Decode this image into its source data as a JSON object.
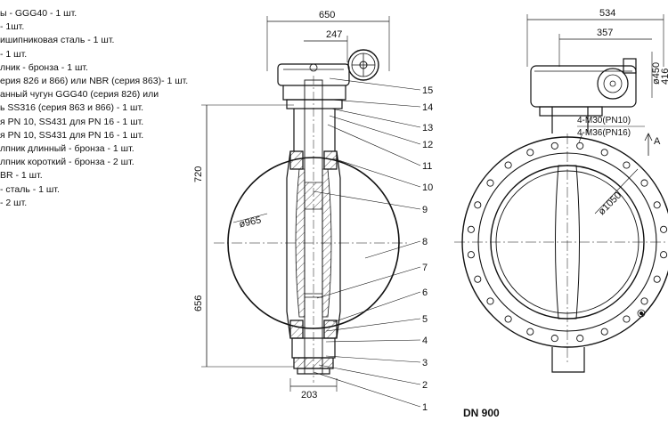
{
  "parts_list": [
    "ы - GGG40 - 1 шт.",
    "- 1шт.",
    "ишипниковая сталь - 1 шт.",
    "- 1 шт.",
    "лник - бронза - 1 шт.",
    "ерия 826 и 866) или NBR (серия 863)- 1 шт.",
    "анный чугун GGG40 (серия 826) или",
    "ь SS316 (серия 863 и 866) - 1 шт.",
    "я PN 10, SS431 для PN 16 - 1 шт.",
    "я PN 10, SS431 для PN 16 - 1 шт.",
    "лпник длинный - бронза - 1 шт.",
    "лпник короткий - бронза - 2 шт.",
    "BR - 1 шт.",
    "- сталь - 1 шт.",
    "- 2 шт."
  ],
  "side_view": {
    "dim_top_width": "650",
    "dim_shaft": "247",
    "dim_upper_height": "720",
    "dim_lower_height": "656",
    "dim_bottom_width": "203",
    "dim_disc_diameter": "ø965",
    "callouts": [
      "15",
      "14",
      "13",
      "12",
      "11",
      "10",
      "9",
      "8",
      "7",
      "6",
      "5",
      "4",
      "3",
      "2",
      "1"
    ]
  },
  "front_view": {
    "dim_top_width": "534",
    "dim_shaft": "357",
    "dim_flange_450": "ø450",
    "dim_416": "416",
    "bolt_pn10": "4-M30(PN10)",
    "bolt_pn16": "4-M36(PN16)",
    "section_mark": "A",
    "dim_bolt_circle": "ø1050",
    "caption": "DN 900"
  }
}
